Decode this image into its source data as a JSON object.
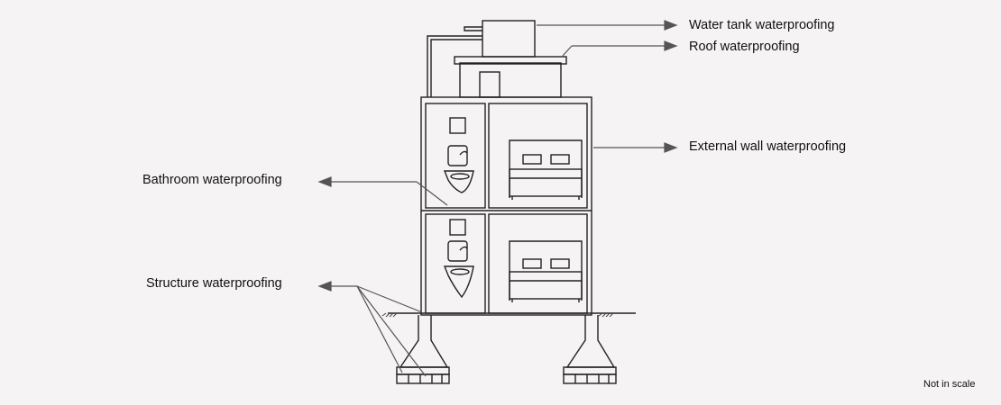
{
  "labels": {
    "water_tank": "Water tank waterproofing",
    "roof": "Roof waterproofing",
    "external_wall": "External wall waterproofing",
    "bathroom": "Bathroom waterproofing",
    "structure": "Structure waterproofing"
  },
  "note": "Not in scale",
  "colors": {
    "background": "#f5f3f3",
    "line": "#222222",
    "arrow": "#555555"
  }
}
